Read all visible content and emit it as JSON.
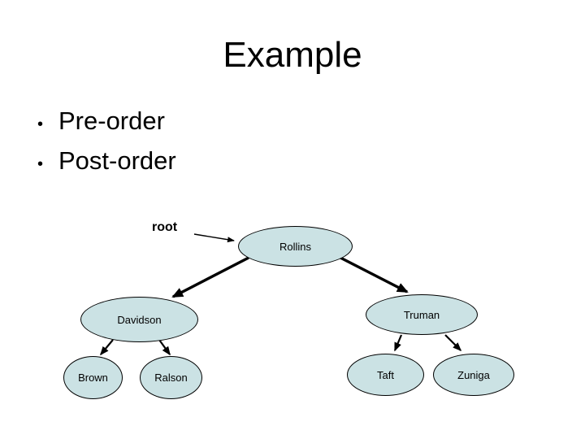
{
  "slide": {
    "title": "Example",
    "bullet_glyph": "•",
    "bullets": [
      {
        "label": "Pre-order"
      },
      {
        "label": "Post-order"
      }
    ]
  },
  "diagram": {
    "type": "binary-tree",
    "root_pointer_label": "root",
    "nodes": {
      "rollins": {
        "label": "Rollins"
      },
      "davidson": {
        "label": "Davidson"
      },
      "truman": {
        "label": "Truman"
      },
      "brown": {
        "label": "Brown"
      },
      "ralson": {
        "label": "Ralson"
      },
      "taft": {
        "label": "Taft"
      },
      "zuniga": {
        "label": "Zuniga"
      }
    },
    "edges": [
      {
        "from": "root-pointer",
        "to": "rollins"
      },
      {
        "from": "rollins",
        "to": "davidson"
      },
      {
        "from": "rollins",
        "to": "truman"
      },
      {
        "from": "davidson",
        "to": "brown"
      },
      {
        "from": "davidson",
        "to": "ralson"
      },
      {
        "from": "truman",
        "to": "taft"
      },
      {
        "from": "truman",
        "to": "zuniga"
      }
    ],
    "colors": {
      "node_fill": "#cbe2e4",
      "node_border": "#000000",
      "arrow": "#000000",
      "text": "#000000",
      "background": "#ffffff"
    }
  }
}
